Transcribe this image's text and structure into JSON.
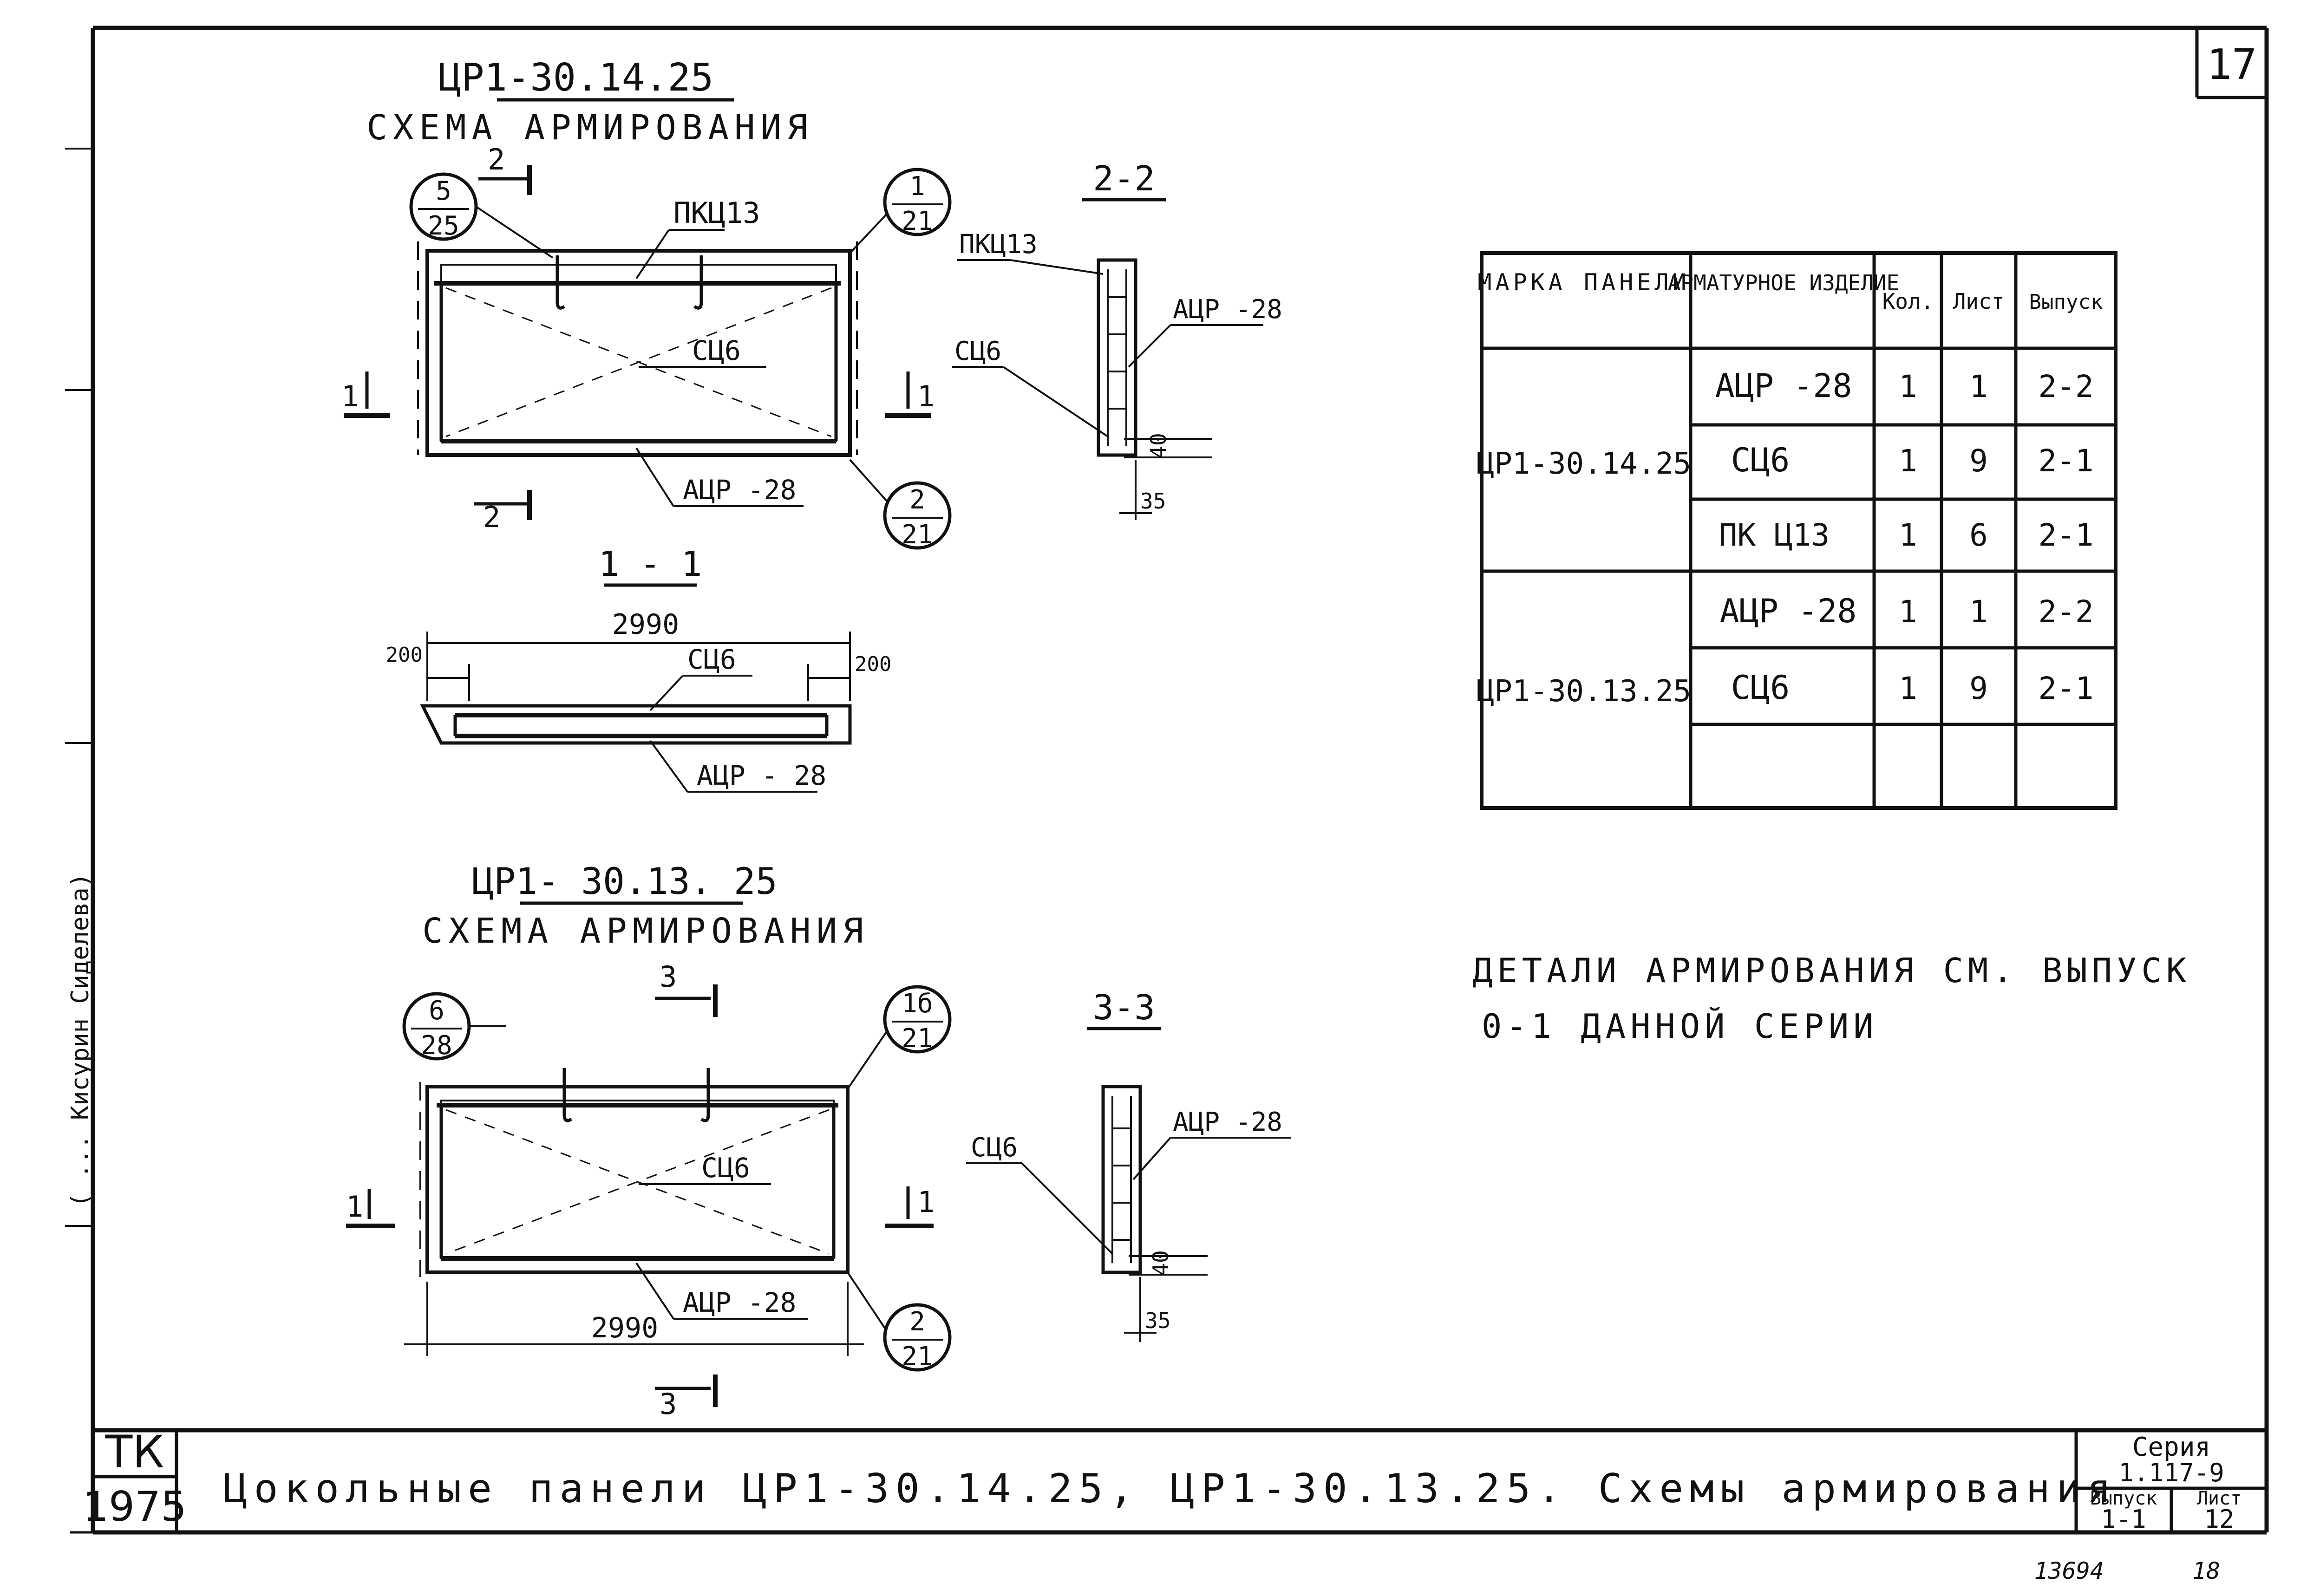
{
  "sheet": {
    "number": "17",
    "title": "Цокольные панели ЦР1-30.14.25, ЦР1-30.13.25. Схемы армирования",
    "stamp_tk": "ТК",
    "stamp_year": "1975",
    "series_label": "Серия",
    "series_value": "1.117-9",
    "issue_label": "Выпуск",
    "issue_value": "1-1",
    "sheet_label": "Лист",
    "sheet_value": "12",
    "inventory_number": "13694",
    "inventory_page": "18",
    "side_signature": "( ... Кисурин Сиделева)"
  },
  "panel_a": {
    "mark": "ЦР1-30.14.25",
    "scheme_label": "СХЕМА АРМИРОВАНИЯ",
    "callout_5": {
      "top": "5",
      "bottom": "25"
    },
    "callout_1": {
      "top": "1",
      "bottom": "21"
    },
    "callout_2": {
      "top": "2",
      "bottom": "21"
    },
    "label_pkc": "ПКЦ13",
    "label_sc": "СЦ6",
    "label_acr": "АЦР -28",
    "cut_2": "2",
    "cut_1": "1"
  },
  "section_2_2": {
    "title": "2-2",
    "label_pkc": "ПКЦ13",
    "label_sc": "СЦ6",
    "label_acr": "АЦР -28",
    "dim_40": "40",
    "dim_35": "35"
  },
  "section_1_1": {
    "title": "1 - 1",
    "dim_total": "2990",
    "dim_left": "200",
    "dim_right": "200",
    "label_sc": "СЦ6",
    "label_acr": "АЦР - 28"
  },
  "panel_b": {
    "mark": "ЦР1- 30.13. 25",
    "scheme_label": "СХЕМА АРМИРОВАНИЯ",
    "callout_6": {
      "top": "6",
      "bottom": "28"
    },
    "callout_1b": {
      "top": "1б",
      "bottom": "21"
    },
    "callout_2": {
      "top": "2",
      "bottom": "21"
    },
    "label_sc": "СЦ6",
    "label_acr": "АЦР -28",
    "dim_total": "2990",
    "cut_3": "3",
    "cut_1": "1"
  },
  "section_3_3": {
    "title": "3-3",
    "label_sc": "СЦ6",
    "label_acr": "АЦР -28",
    "dim_40": "40",
    "dim_35": "35"
  },
  "table": {
    "headers": [
      "МАРКА ПАНЕЛИ",
      "АРМАТУРНОЕ ИЗДЕЛИЕ",
      "Кол.",
      "Лист",
      "Выпуск"
    ],
    "groups": [
      {
        "panel": "ЦР1-30.14.25",
        "rows": [
          [
            "АЦР -28",
            "1",
            "1",
            "2-2"
          ],
          [
            "СЦ6",
            "1",
            "9",
            "2-1"
          ],
          [
            "ПК Ц13",
            "1",
            "6",
            "2-1"
          ]
        ]
      },
      {
        "panel": "ЦР1-30.13.25",
        "rows": [
          [
            "АЦР -28",
            "1",
            "1",
            "2-2"
          ],
          [
            "СЦ6",
            "1",
            "9",
            "2-1"
          ],
          [
            "",
            "",
            "",
            ""
          ]
        ]
      }
    ]
  },
  "note": {
    "line1": "ДЕТАЛИ АРМИРОВАНИЯ СМ. ВЫПУСК",
    "line2": "0-1 ДАННОЙ СЕРИИ"
  }
}
